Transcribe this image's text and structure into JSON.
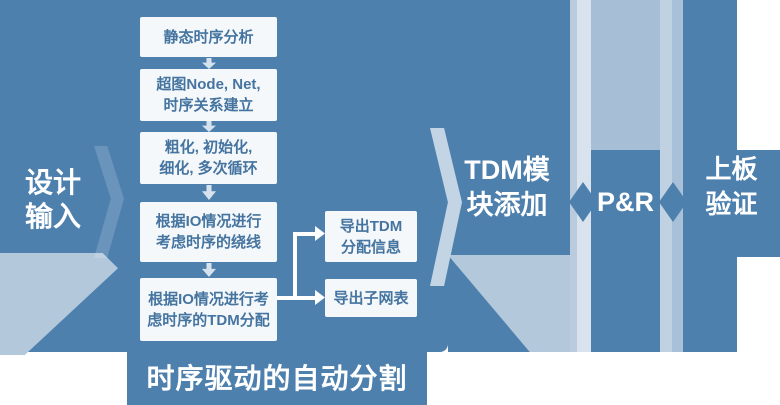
{
  "palette": {
    "panel_blue": "#4e80ae",
    "box_fill": "#f5f8fb",
    "box_text_blue": "#44749f",
    "band_light": "#d8e3ee",
    "band_medium": "#b3c8db",
    "label_white": "#ffffff"
  },
  "stages": {
    "design_input": {
      "lines": [
        "设计",
        "输入"
      ]
    },
    "partition_caption": "时序驱动的自动分割",
    "tdm_module": {
      "lines": [
        "TDM模",
        "块添加"
      ]
    },
    "pnr": "P&R",
    "board_verify": {
      "lines": [
        "上板",
        "验证"
      ]
    }
  },
  "flow": {
    "boxes": [
      {
        "lines": [
          "静态时序分析"
        ]
      },
      {
        "lines": [
          "超图Node, Net,",
          "时序关系建立"
        ]
      },
      {
        "lines": [
          "粗化, 初始化,",
          "细化, 多次循环"
        ]
      },
      {
        "lines": [
          "根据IO情况进行",
          "考虑时序的绕线"
        ]
      },
      {
        "lines": [
          "根据IO情况进行考",
          "虑时序的TDM分配"
        ]
      }
    ],
    "outputs": [
      {
        "lines": [
          "导出TDM",
          "分配信息"
        ]
      },
      {
        "lines": [
          "导出子网表"
        ]
      }
    ]
  }
}
